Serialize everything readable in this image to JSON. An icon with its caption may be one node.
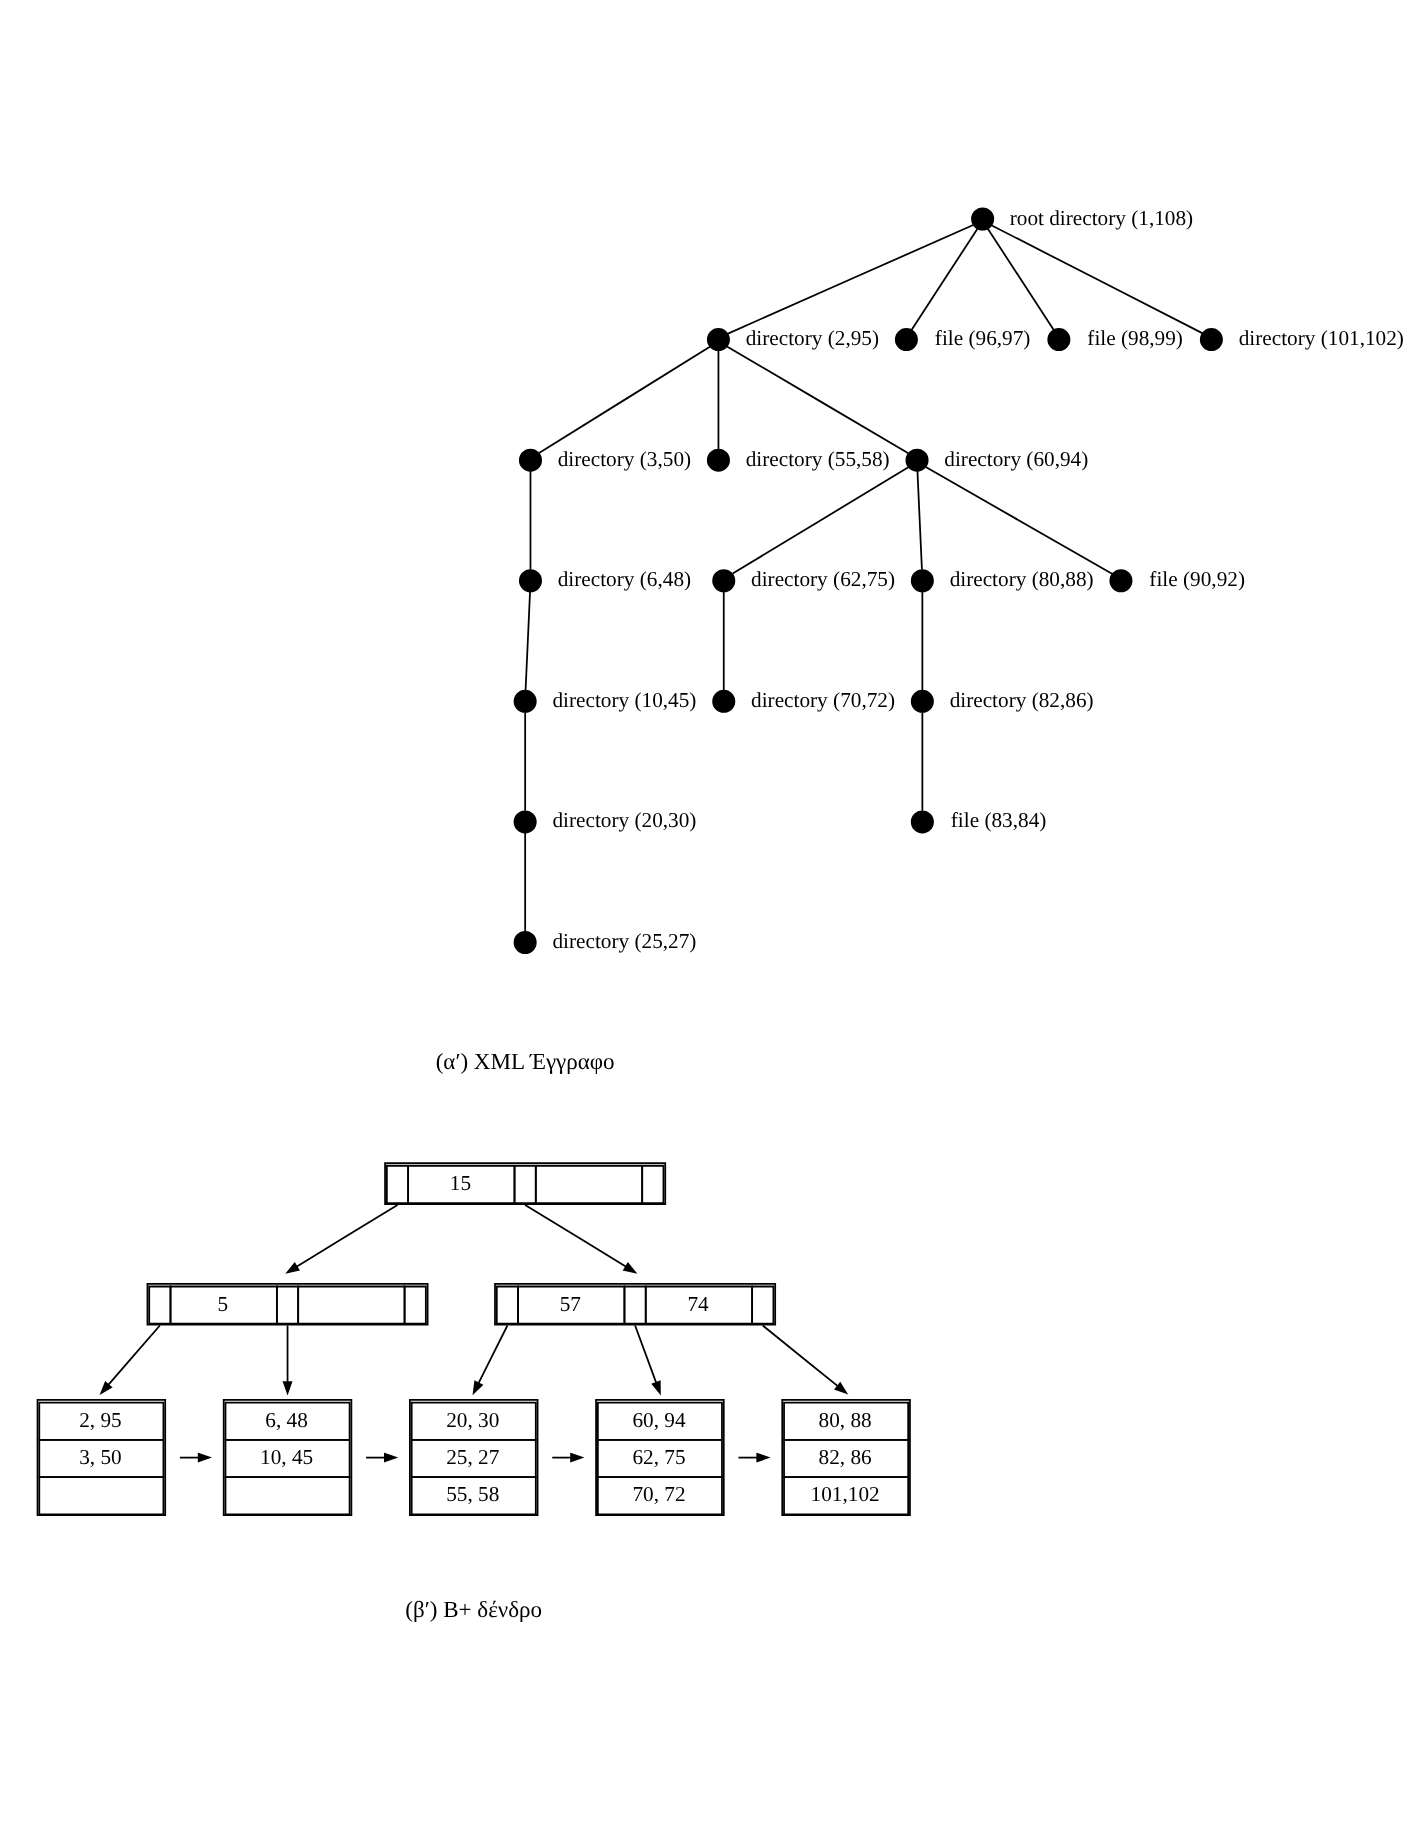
{
  "diagram": {
    "nodes": [
      {
        "text": [],
        "shape": "circle",
        "beside": [
          "root directory (1,108)"
        ]
      },
      {
        "text": [],
        "shape": "circle",
        "beside": [
          "directory (2,95)"
        ]
      },
      {
        "text": [],
        "shape": "circle",
        "beside": [
          "file (96,97)"
        ]
      },
      {
        "text": [],
        "shape": "circle",
        "beside": [
          "file (98,99)"
        ]
      },
      {
        "text": [],
        "shape": "circle",
        "beside": [
          "directory (101,102)"
        ]
      },
      {
        "text": [],
        "shape": "circle",
        "beside": [
          "directory (3,50)"
        ]
      },
      {
        "text": [],
        "shape": "circle",
        "beside": [
          "directory (55,58)"
        ]
      },
      {
        "text": [],
        "shape": "circle",
        "beside": [
          "directory (60,94)"
        ]
      },
      {
        "text": [],
        "shape": "circle",
        "beside": [
          "directory (6,48)"
        ]
      },
      {
        "text": [],
        "shape": "circle",
        "beside": [
          "directory (62,75)"
        ]
      },
      {
        "text": [],
        "shape": "circle",
        "beside": [
          "directory (80,88)"
        ]
      },
      {
        "text": [],
        "shape": "circle",
        "beside": [
          "file (90,92)"
        ]
      },
      {
        "text": [],
        "shape": "circle",
        "beside": [
          "directory (10,45)"
        ]
      },
      {
        "text": [],
        "shape": "circle",
        "beside": [
          "directory (70,72)"
        ]
      },
      {
        "text": [],
        "shape": "circle",
        "beside": [
          "directory (82,86)"
        ]
      },
      {
        "text": [],
        "shape": "circle",
        "beside": [
          "directory (20,30)"
        ]
      },
      {
        "text": [],
        "shape": "circle",
        "beside": [
          "file (83,84)"
        ]
      },
      {
        "text": [],
        "shape": "circle",
        "beside": [
          "directory (25,27)"
        ]
      },
      {
        "text": [
          "15"
        ]
      },
      {
        "text": [
          "5"
        ]
      },
      {
        "text": [
          "57",
          "74"
        ]
      },
      {
        "text": [
          "2, 95",
          "3, 50"
        ]
      },
      {
        "text": [
          "6, 48",
          "10, 45"
        ]
      },
      {
        "text": [
          "20, 30",
          "25, 27",
          "55, 58"
        ]
      },
      {
        "text": [
          "60, 94",
          "62, 75",
          "70, 72"
        ]
      },
      {
        "text": [
          "80, 88",
          "82, 86",
          "101,102"
        ]
      }
    ],
    "edges": [
      {
        "from": 0,
        "to": 1,
        "arrow": "none"
      },
      {
        "from": 0,
        "to": 2,
        "arrow": "none"
      },
      {
        "from": 0,
        "to": 3,
        "arrow": "none"
      },
      {
        "from": 0,
        "to": 4,
        "arrow": "none"
      },
      {
        "from": 1,
        "to": 5,
        "arrow": "none"
      },
      {
        "from": 1,
        "to": 6,
        "arrow": "none"
      },
      {
        "from": 1,
        "to": 7,
        "arrow": "none"
      },
      {
        "from": 5,
        "to": 8,
        "arrow": "none"
      },
      {
        "from": 8,
        "to": 12,
        "arrow": "none"
      },
      {
        "from": 12,
        "to": 15,
        "arrow": "none"
      },
      {
        "from": 15,
        "to": 17,
        "arrow": "none"
      },
      {
        "from": 7,
        "to": 9,
        "arrow": "none"
      },
      {
        "from": 7,
        "to": 10,
        "arrow": "none"
      },
      {
        "from": 7,
        "to": 11,
        "arrow": "none"
      },
      {
        "from": 9,
        "to": 13,
        "arrow": "none"
      },
      {
        "from": 10,
        "to": 14,
        "arrow": "none"
      },
      {
        "from": 14,
        "to": 16,
        "arrow": "none"
      },
      {
        "from": 18,
        "to": 19,
        "arrow": "to"
      },
      {
        "from": 18,
        "to": 20,
        "arrow": "to"
      },
      {
        "from": 19,
        "to": 21,
        "arrow": "to"
      },
      {
        "from": 19,
        "to": 22,
        "arrow": "to"
      },
      {
        "from": 20,
        "to": 23,
        "arrow": "to"
      },
      {
        "from": 20,
        "to": 24,
        "arrow": "to"
      },
      {
        "from": 20,
        "to": 25,
        "arrow": "to"
      },
      {
        "from": 21,
        "to": 22,
        "arrow": "to"
      },
      {
        "from": 22,
        "to": 23,
        "arrow": "to"
      },
      {
        "from": 23,
        "to": 24,
        "arrow": "to"
      },
      {
        "from": 24,
        "to": 25,
        "arrow": "to"
      }
    ],
    "labels": [
      "(α′) XML Έγγραφο",
      "(β′) B+ δένδρο"
    ]
  }
}
